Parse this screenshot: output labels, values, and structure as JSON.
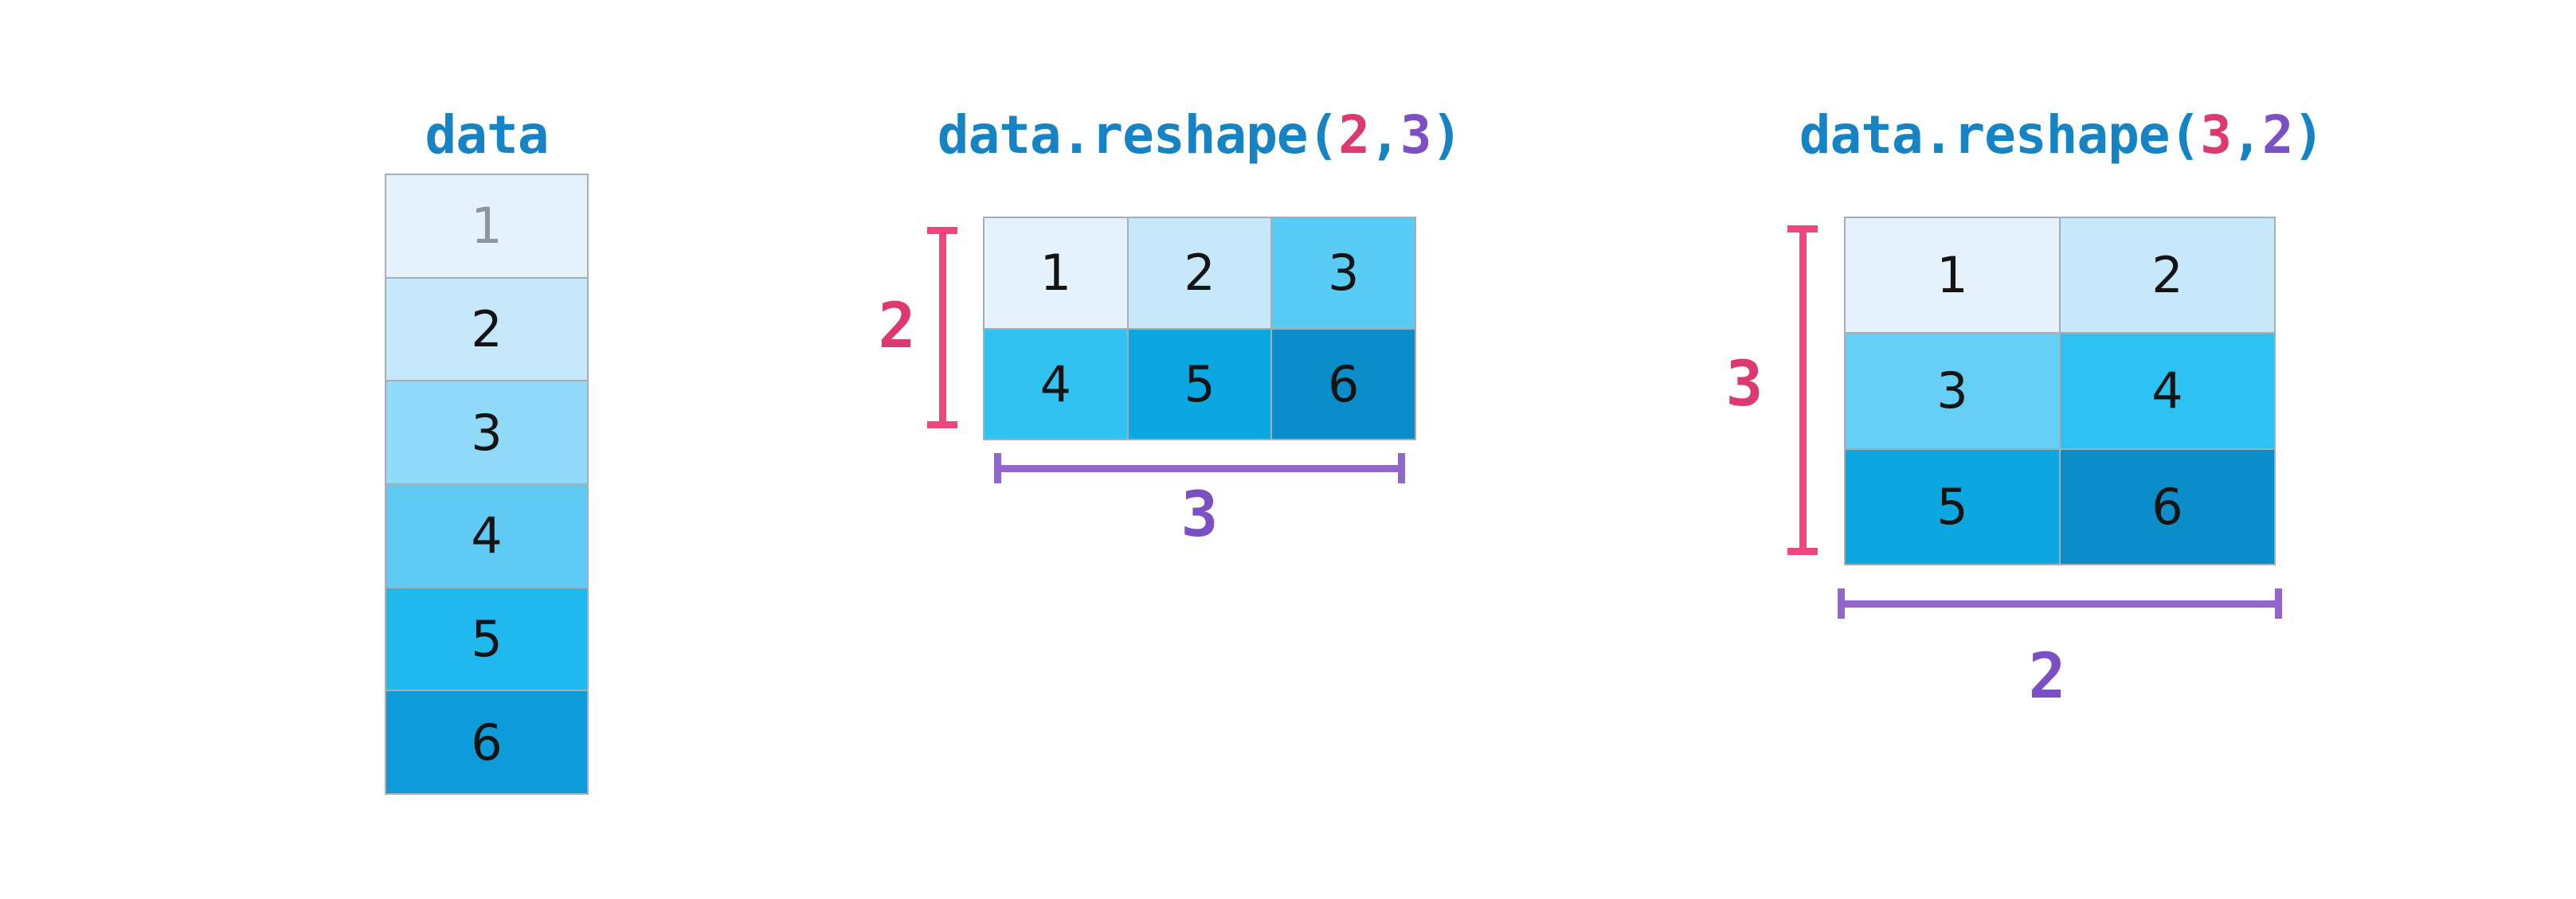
{
  "figure": {
    "background": "#ffffff",
    "colors": {
      "title_blue": "#1684C4",
      "pink_line": "#F0457E",
      "pink_label": "#DD386F",
      "purple_line": "#9266CB",
      "purple_label": "#7C50C5",
      "cell_border": "#A5AEB5",
      "number_dark": "#141414",
      "number_gray": "#8C969E"
    }
  },
  "array_panel": {
    "title": "data",
    "cells": [
      {
        "value": "1",
        "bg": "#E6F3FC",
        "fg": "#8C969E"
      },
      {
        "value": "2",
        "bg": "#C6E8FA",
        "fg": "#141414"
      },
      {
        "value": "3",
        "bg": "#90D9F8",
        "fg": "#141414"
      },
      {
        "value": "4",
        "bg": "#5FCBF4",
        "fg": "#141414"
      },
      {
        "value": "5",
        "bg": "#1FB9F0",
        "fg": "#141414"
      },
      {
        "value": "6",
        "bg": "#0D9CD9",
        "fg": "#141414"
      }
    ]
  },
  "reshape23_panel": {
    "title": {
      "prefix": "data.reshape(",
      "rows": "2",
      "comma": ",",
      "cols": "3",
      "close": ")"
    },
    "rows_dim_label": "2",
    "cols_dim_label": "3",
    "cells": [
      {
        "value": "1",
        "bg": "#E6F3FC",
        "fg": "#141414"
      },
      {
        "value": "2",
        "bg": "#C6E8FA",
        "fg": "#141414"
      },
      {
        "value": "3",
        "bg": "#58CCF4",
        "fg": "#141414"
      },
      {
        "value": "4",
        "bg": "#30C3F2",
        "fg": "#141414"
      },
      {
        "value": "5",
        "bg": "#0BA7E1",
        "fg": "#141414"
      },
      {
        "value": "6",
        "bg": "#0B8DC9",
        "fg": "#141414"
      }
    ]
  },
  "reshape32_panel": {
    "title": {
      "prefix": "data.reshape(",
      "rows": "3",
      "comma": ",",
      "cols": "2",
      "close": ")"
    },
    "rows_dim_label": "3",
    "cols_dim_label": "2",
    "cells": [
      {
        "value": "1",
        "bg": "#E6F3FC",
        "fg": "#141414"
      },
      {
        "value": "2",
        "bg": "#C6E8FA",
        "fg": "#141414"
      },
      {
        "value": "3",
        "bg": "#66CFF5",
        "fg": "#141414"
      },
      {
        "value": "4",
        "bg": "#2EC2F2",
        "fg": "#141414"
      },
      {
        "value": "5",
        "bg": "#0BA7E1",
        "fg": "#141414"
      },
      {
        "value": "6",
        "bg": "#0B8DC9",
        "fg": "#141414"
      }
    ]
  }
}
